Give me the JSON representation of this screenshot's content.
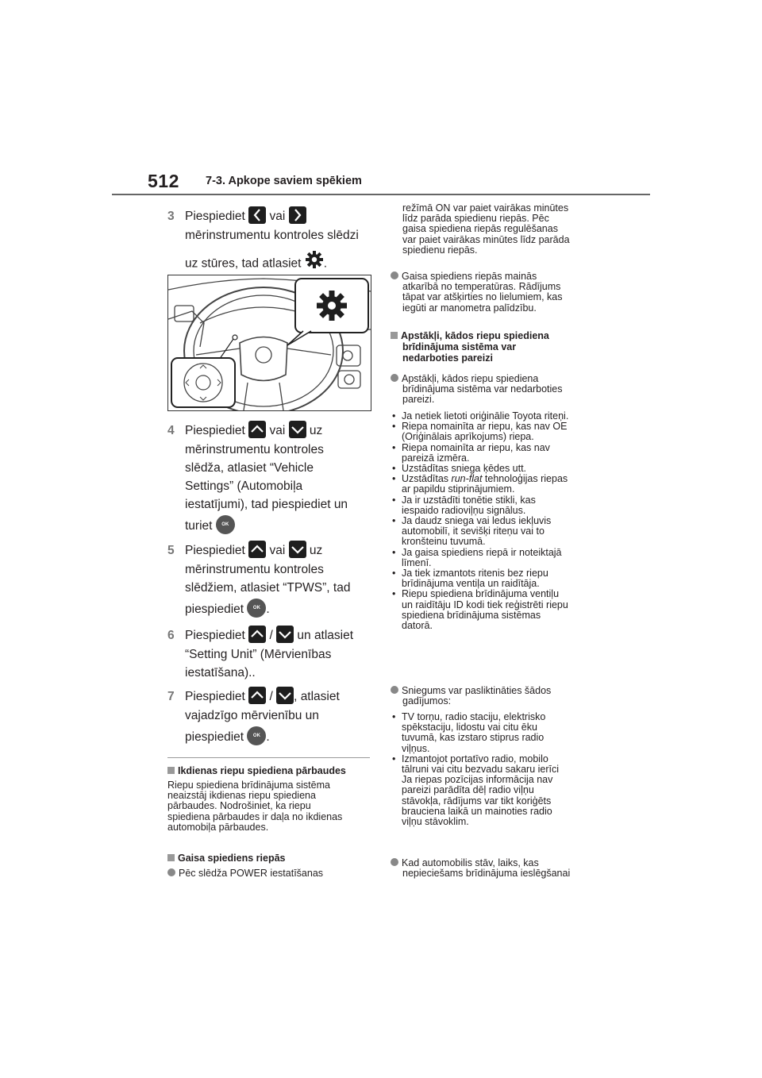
{
  "header": {
    "page_number": "512",
    "section": "7-3. Apkope saviem spēkiem"
  },
  "steps": [
    {
      "num": "3",
      "lines": [
        "Piespiediet",
        "vai",
        "mērinstrumentu kontroles slēdzi",
        "uz stūres, tad atlasiet",
        "."
      ]
    },
    {
      "num": "4",
      "lines": [
        "Piespiediet",
        "vai",
        "uz",
        "mērinstrumentu kontroles",
        "slēdža, atlasiet “Vehicle",
        "Settings” (Automobiļa",
        "iestatījumi), tad piespiediet un",
        "turiet"
      ]
    },
    {
      "num": "5",
      "lines": [
        "Piespiediet",
        "vai",
        "uz",
        "mērinstrumentu kontroles",
        "slēdžiem, atlasiet “TPWS”, tad",
        "piespiediet",
        "."
      ]
    },
    {
      "num": "6",
      "lines": [
        "Piespiediet",
        "/",
        "un atlasiet",
        "“Setting Unit” (Mērvienības",
        "iestatīšana).."
      ]
    },
    {
      "num": "7",
      "lines": [
        "Piespiediet",
        "/",
        ", atlasiet",
        "vajadzīgo mērvienību un",
        "piespiediet",
        "."
      ]
    }
  ],
  "ok_label": "OK",
  "left_col": {
    "head1": "Ikdienas riepu spiediena pārbaudes",
    "para1": [
      "Riepu spiediena brīdinājuma sistēma",
      "neaizstāj ikdienas riepu spiediena",
      "pārbaudes. Nodrošiniet, ka riepu",
      "spiediena pārbaudes ir daļa no ikdienas",
      "automobiļa pārbaudes."
    ],
    "head2": "Gaisa spiediens riepās",
    "bullet1": "Pēc slēdža POWER iestatīšanas"
  },
  "right_col": {
    "cont": [
      "režīmā ON var paiet vairākas minūtes",
      "līdz parāda spiedienu riepās. Pēc",
      "gaisa spiediena riepās regulēšanas",
      "var paiet vairākas minūtes līdz parāda",
      "spiedienu riepās."
    ],
    "bullet2": [
      "Gaisa spiediens riepās mainās",
      "atkarībā no temperatūras. Rādījums",
      "tāpat var atšķirties no lielumiem, kas",
      "iegūti ar manometra palīdzību."
    ],
    "head3": [
      "Apstākļi, kādos riepu spiediena",
      "brīdinājuma sistēma var",
      "nedarboties pareizi"
    ],
    "bullet3": [
      "Apstākļi, kādos riepu spiediena",
      "brīdinājuma sistēma var nedarboties",
      "pareizi."
    ],
    "list3": [
      [
        "Ja netiek lietoti oriģinālie Toyota riteņi."
      ],
      [
        "Riepa nomainīta ar riepu, kas nav OE",
        "(Oriģinālais aprīkojums) riepa."
      ],
      [
        "Riepa nomainīta ar riepu, kas nav",
        "pareizā izmēra."
      ],
      [
        "Uzstādītas sniega ķēdes utt."
      ],
      [
        "Uzstādītas run-flat tehnoloģijas riepas",
        "ar papildu stiprinājumiem."
      ],
      [
        "Ja ir uzstādīti tonētie stikli, kas",
        "iespaido radioviļņu signālus."
      ],
      [
        "Ja daudz sniega vai ledus iekļuvis",
        "automobilī, it sevišķi riteņu vai to",
        "kronšteinu tuvumā."
      ],
      [
        "Ja gaisa spiediens riepā ir noteiktajā",
        "līmenī."
      ],
      [
        "Ja tiek izmantots ritenis bez riepu",
        "brīdinājuma ventiļa un raidītāja."
      ],
      [
        "Riepu spiediena brīdinājuma ventiļu",
        "un raidītāju ID kodi tiek reģistrēti riepu",
        "spiediena brīdinājuma sistēmas",
        "datorā."
      ]
    ],
    "bullet4": [
      "Sniegums var pasliktināties šādos",
      "gadījumos:"
    ],
    "list4": [
      [
        "TV torņu, radio staciju, elektrisko",
        "spēkstaciju, lidostu vai citu ēku",
        "tuvumā, kas izstaro stiprus radio",
        "viļņus."
      ],
      [
        "Izmantojot portatīvo radio, mobilo",
        "tālruni vai citu bezvadu sakaru ierīci",
        "Ja riepas pozīcijas informācija nav",
        "pareizi parādīta dēļ radio viļņu",
        "stāvokļa, rādījums var tikt koriģēts",
        "brauciena laikā un mainoties radio",
        "viļņu stāvoklim."
      ]
    ],
    "bullet5": [
      "Kad automobilis stāv, laiks, kas",
      "nepieciešams brīdinājuma ieslēgšanai"
    ]
  }
}
